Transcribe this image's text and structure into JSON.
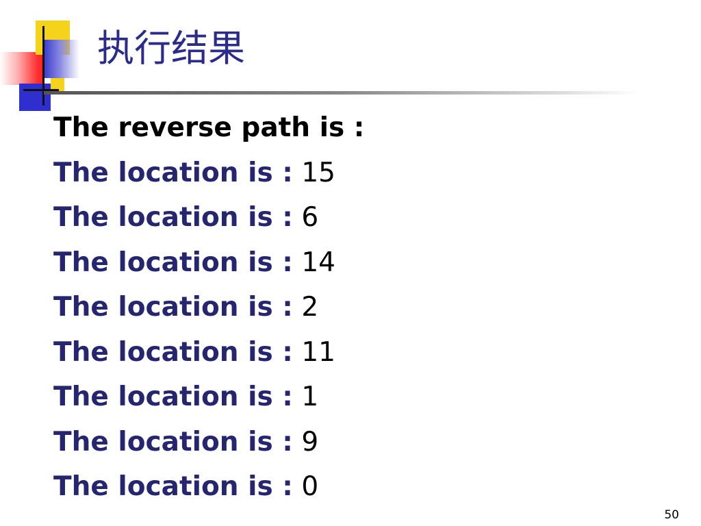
{
  "slide": {
    "title": "执行结果",
    "header_line": "The reverse path is :",
    "location_label": "The location is :",
    "locations": [
      "15",
      "6",
      "14",
      "2",
      "11",
      "1",
      "9",
      "0"
    ],
    "page_number": "50"
  },
  "colors": {
    "title": "#2b2b8c",
    "label": "#262670",
    "value": "#000000",
    "accent_yellow": "#f5d31a",
    "accent_blue": "#2f2fcf",
    "accent_red": "#ff2020"
  },
  "icons": {
    "corner_logo": "decorative-squares-crosshair"
  }
}
